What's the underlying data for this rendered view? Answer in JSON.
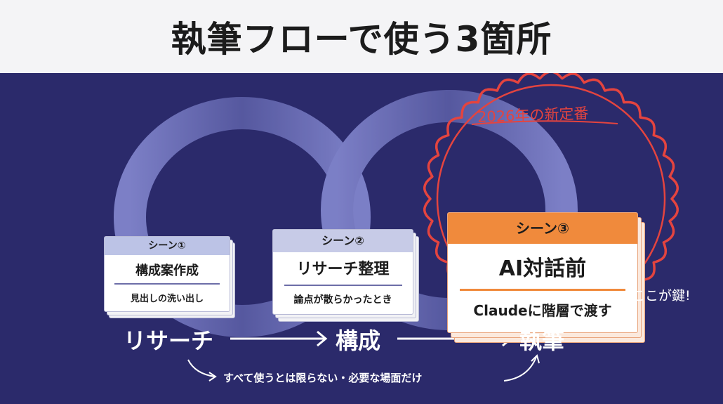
{
  "title": "執筆フローで使う3箇所",
  "cards": [
    {
      "tag": "シーン①",
      "title": "構成案作成",
      "sub": "見出しの洗い出し"
    },
    {
      "tag": "シーン②",
      "title": "リサーチ整理",
      "sub": "論点が散らかったとき"
    },
    {
      "tag": "シーン③",
      "title": "AI対話前",
      "sub": "Claudeに階層で渡す"
    }
  ],
  "badge": "2026年の新定番",
  "key_note": "ここが鍵!",
  "flow": {
    "step1": "リサーチ",
    "step2": "構成",
    "step3": "執筆",
    "note": "すべて使うとは限らない・必要な場面だけ"
  },
  "colors": {
    "background": "#2b2a6b",
    "header": "#f4f4f6",
    "accent_orange": "#f08a3c",
    "accent_red": "#e4443f",
    "loop": "#7c7fc8"
  }
}
